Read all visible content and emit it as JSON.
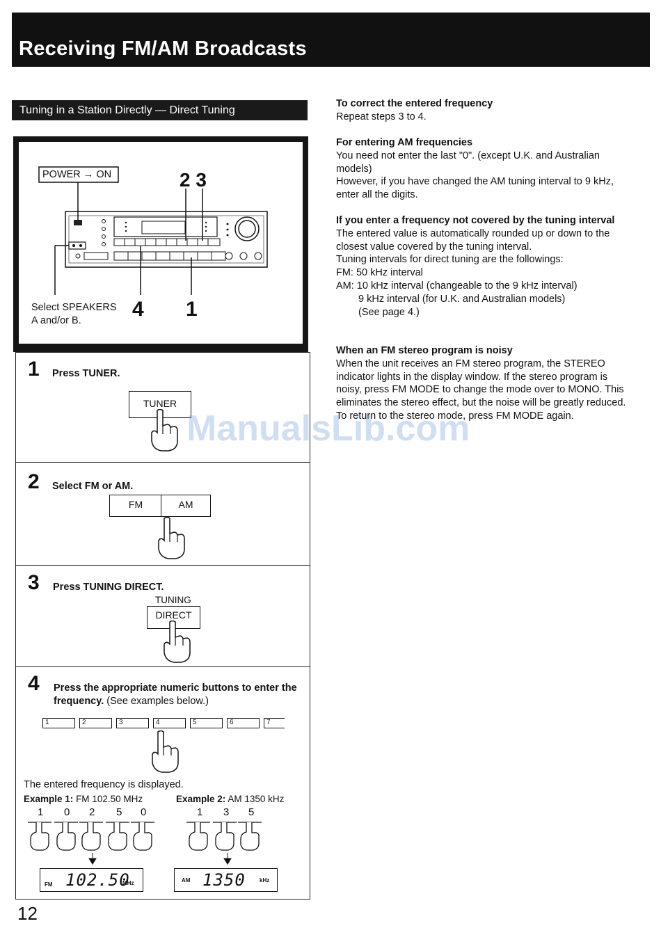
{
  "header": {
    "title": "Receiving FM/AM Broadcasts"
  },
  "section": {
    "title": "Tuning in a Station Directly — Direct Tuning"
  },
  "panel": {
    "power_label": "POWER → ON",
    "callout_23": "2 3",
    "speakers_label_line1": "Select SPEAKERS",
    "speakers_label_line2": "A and/or B.",
    "callout_4": "4",
    "callout_1": "1"
  },
  "steps": [
    {
      "num": "1",
      "text": "Press TUNER.",
      "button": "TUNER"
    },
    {
      "num": "2",
      "text": "Select FM or AM.",
      "buttons": [
        "FM",
        "AM"
      ]
    },
    {
      "num": "3",
      "text": "Press TUNING DIRECT.",
      "top_label": "TUNING",
      "button": "DIRECT"
    },
    {
      "num": "4",
      "text_bold": "Press the appropriate numeric buttons to enter the frequency.",
      "text_plain": " (See examples below.)",
      "num_buttons": [
        "1",
        "2",
        "3",
        "4",
        "5",
        "6",
        "7"
      ],
      "displayed": "The entered frequency is displayed.",
      "example1": {
        "label": "Example 1:",
        "value": "FM 102.50 MHz",
        "digits": [
          "1",
          "0",
          "2",
          "5",
          "0"
        ],
        "band": "FM",
        "display": "102.50",
        "unit": "MHz"
      },
      "example2": {
        "label": "Example 2:",
        "value": "AM 1350 kHz",
        "digits": [
          "1",
          "3",
          "5"
        ],
        "band": "AM",
        "display": "1350",
        "unit": "kHz"
      }
    }
  ],
  "right": {
    "correct_heading": "To correct the entered frequency",
    "correct_text": "Repeat steps 3 to 4.",
    "am_heading": "For entering AM frequencies",
    "am_text1": "You need not enter the last \"0\". (except U.K. and Australian models)",
    "am_text2": "However, if you have changed the AM tuning interval to 9 kHz, enter all the digits.",
    "notcovered_heading": "If you enter a frequency not covered by the tuning interval",
    "notcovered_text": "The entered value is automatically rounded up or down to the closest value covered by the tuning interval.",
    "intervals_intro": "Tuning intervals for direct tuning are the followings:",
    "fm_interval": "FM: 50 kHz interval",
    "am_interval": "AM: 10 kHz interval (changeable to the 9 kHz interval)",
    "am_interval2": "9 kHz interval (for U.K. and Australian models)",
    "see_page": "(See page 4.)",
    "noisy_heading": "When an FM stereo program is noisy",
    "noisy_text": "When the unit receives an FM stereo program, the STEREO indicator lights in the display window. If the stereo program is noisy, press FM MODE to change the mode over to MONO. This eliminates the stereo effect, but the noise will be greatly reduced.",
    "noisy_text2": "To return to the stereo mode, press FM MODE again."
  },
  "footer": {
    "page_number": "12"
  },
  "watermark": "ManualsLib.com"
}
